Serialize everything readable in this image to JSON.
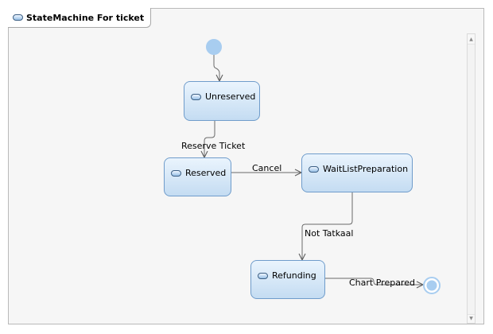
{
  "diagram": {
    "title": "StateMachine For ticket",
    "states": {
      "unreserved": "Unreserved",
      "reserved": "Reserved",
      "waitlist": "WaitListPreparation",
      "refunding": "Refunding"
    },
    "transitions": {
      "reserve_ticket": "Reserve Ticket",
      "cancel": "Cancel",
      "not_tatkaal": "Not Tatkaal",
      "chart_prepared": "Chart Prepared"
    },
    "colors": {
      "state_fill": "#c4dcf2",
      "state_border": "#6f9ccb",
      "initial_node": "#a8cdf0",
      "edge": "#6b6b6b"
    }
  }
}
